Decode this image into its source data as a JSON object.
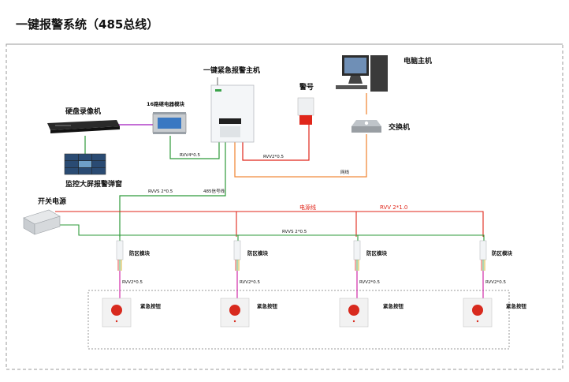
{
  "title": "一键报警系统（485总线）",
  "devices": {
    "host": "一键紧急报警主机",
    "nvr": "硬盘录像机",
    "relay": "16路继电器模块",
    "screen": "监控大屏报警弹窗",
    "siren": "警号",
    "pc": "电脑主机",
    "switch": "交换机",
    "psu": "开关电源"
  },
  "cables": {
    "rvv4": "RVV4*0.5",
    "rvv2_siren": "RVV2*0.5",
    "network": "网线",
    "rvvs_vertical": "RVVS 2*0.5",
    "bus485": "485信号线",
    "power_line": "电源线",
    "power_spec": "RVV 2*1.0",
    "rvvs_bus": "RVVS 2*0.5"
  },
  "zones": [
    {
      "module": "防区模块",
      "cable": "RVV2*0.5",
      "button": "紧急按钮"
    },
    {
      "module": "防区模块",
      "cable": "RVV2*0.5",
      "button": "紧急按钮"
    },
    {
      "module": "防区模块",
      "cable": "RVV2*0.5",
      "button": "紧急按钮"
    },
    {
      "module": "防区模块",
      "cable": "RVV2*0.5",
      "button": "紧急按钮"
    }
  ],
  "colors": {
    "green_wire": "#2e9a3a",
    "red_wire": "#e0261a",
    "orange_wire": "#f08a3c",
    "purple_wire": "#b03fc8",
    "magenta_wire": "#d12aa8"
  }
}
